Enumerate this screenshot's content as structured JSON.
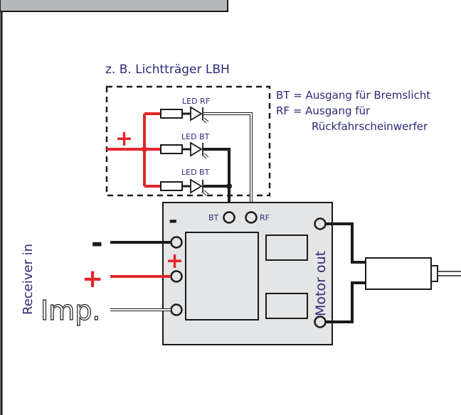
{
  "lichttraeger_title": "z. B. Lichtträger LBH",
  "led_labels": {
    "rf": "LED RF",
    "bt1": "LED BT",
    "bt2": "LED BT"
  },
  "plus_sign": "+",
  "minus_sign": "-",
  "legend": {
    "line1": "BT = Ausgang für Bremslicht",
    "line2": "RF = Ausgang für",
    "line3": "Rückfahrscheinwerfer"
  },
  "board": {
    "bt_label": "BT",
    "rf_label": "RF",
    "minus_label": "-",
    "plus_label": "+",
    "motor_out_label": "Motor out"
  },
  "receiver": {
    "label": "Receiver in",
    "minus": "-",
    "plus": "+",
    "imp": "Imp."
  },
  "colors": {
    "wire_red": "#e3262a",
    "wire_black": "#1a1a1a",
    "text_blue": "#2d2a7a",
    "board_fill": "#e4e5e6",
    "top_box_fill": "#b7b8ba"
  }
}
